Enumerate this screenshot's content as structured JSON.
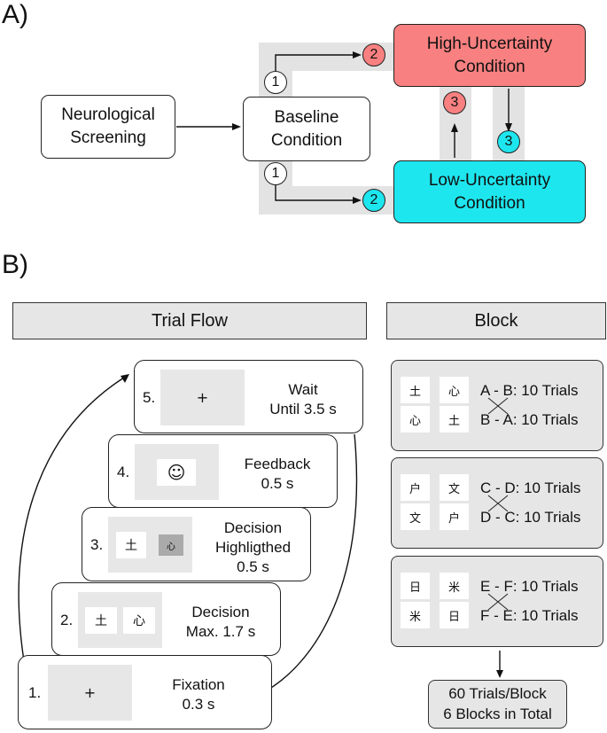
{
  "panel_a": {
    "label": "A)",
    "neuro": [
      "Neurological",
      "Screening"
    ],
    "baseline": [
      "Baseline",
      "Condition"
    ],
    "high": [
      "High-Uncertainty",
      "Condition"
    ],
    "low": [
      "Low-Uncertainty",
      "Condition"
    ],
    "step1": "1",
    "step2": "2",
    "step3": "3",
    "colors": {
      "high": "#f98080",
      "low": "#1ee6ee",
      "band": "#e3e3e3"
    }
  },
  "panel_b": {
    "label": "B)",
    "trial_flow_title": "Trial Flow",
    "block_title": "Block",
    "cards": [
      {
        "num": "5.",
        "lines": [
          "Wait",
          "Until 3.5 s"
        ],
        "stim": "+"
      },
      {
        "num": "4.",
        "lines": [
          "Feedback",
          "0.5 s"
        ],
        "stim": "☺"
      },
      {
        "num": "3.",
        "lines": [
          "Decision",
          "Highligthed",
          "0.5 s"
        ],
        "stim_left": "土",
        "stim_right": "心"
      },
      {
        "num": "2.",
        "lines": [
          "Decision",
          "Max. 1.7 s"
        ],
        "stim_left": "土",
        "stim_right": "心"
      },
      {
        "num": "1.",
        "lines": [
          "Fixation",
          "0.3 s"
        ],
        "stim": "+"
      }
    ],
    "blocks": [
      {
        "chars": [
          "土",
          "心",
          "心",
          "土"
        ],
        "trials": [
          "A - B: 10 Trials",
          "B - A: 10 Trials"
        ]
      },
      {
        "chars": [
          "户",
          "文",
          "文",
          "户"
        ],
        "trials": [
          "C - D: 10 Trials",
          "D - C: 10 Trials"
        ]
      },
      {
        "chars": [
          "日",
          "米",
          "米",
          "日"
        ],
        "trials": [
          "E - F: 10 Trials",
          "F - E: 10 Trials"
        ]
      }
    ],
    "summary": [
      "60 Trials/Block",
      "6 Blocks in Total"
    ]
  }
}
